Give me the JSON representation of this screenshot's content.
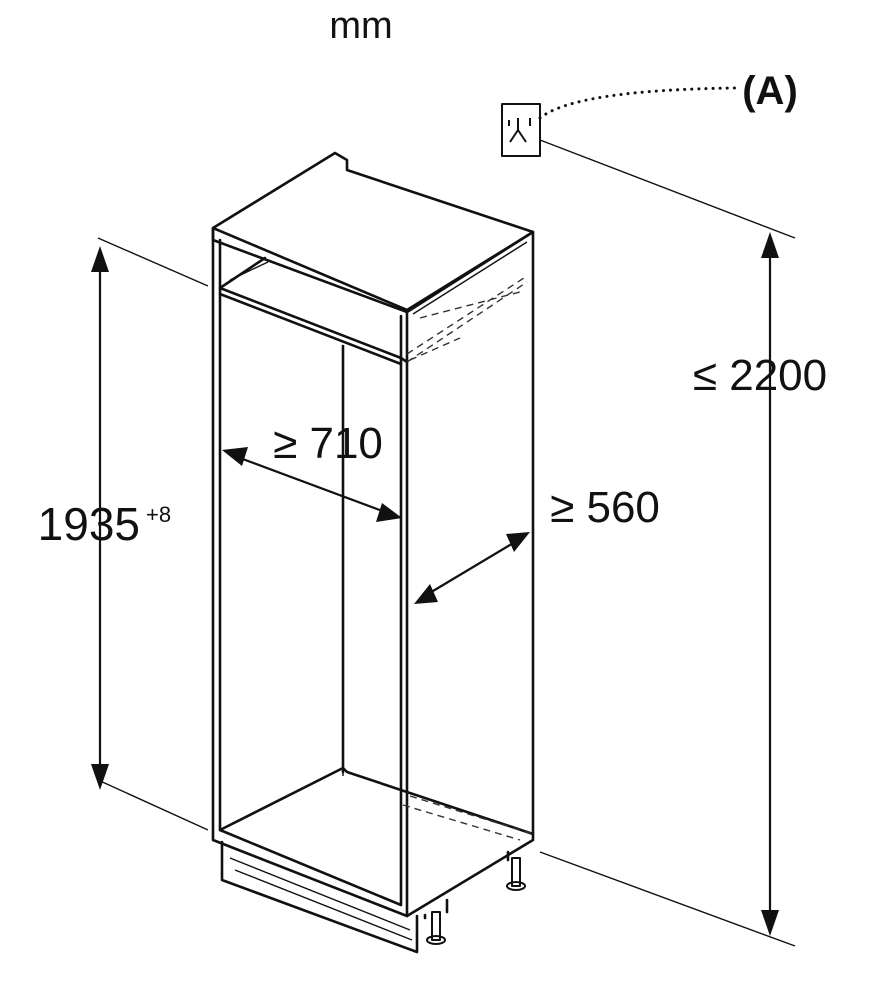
{
  "diagram": {
    "unit": "mm",
    "callout_label": "(A)",
    "dimensions": {
      "height_niche": "1935",
      "height_niche_tolerance": "+8",
      "height_total": "≤ 2200",
      "width": "≥ 710",
      "depth": "≥ 560"
    },
    "icons": {
      "socket": "power-socket-icon"
    }
  }
}
